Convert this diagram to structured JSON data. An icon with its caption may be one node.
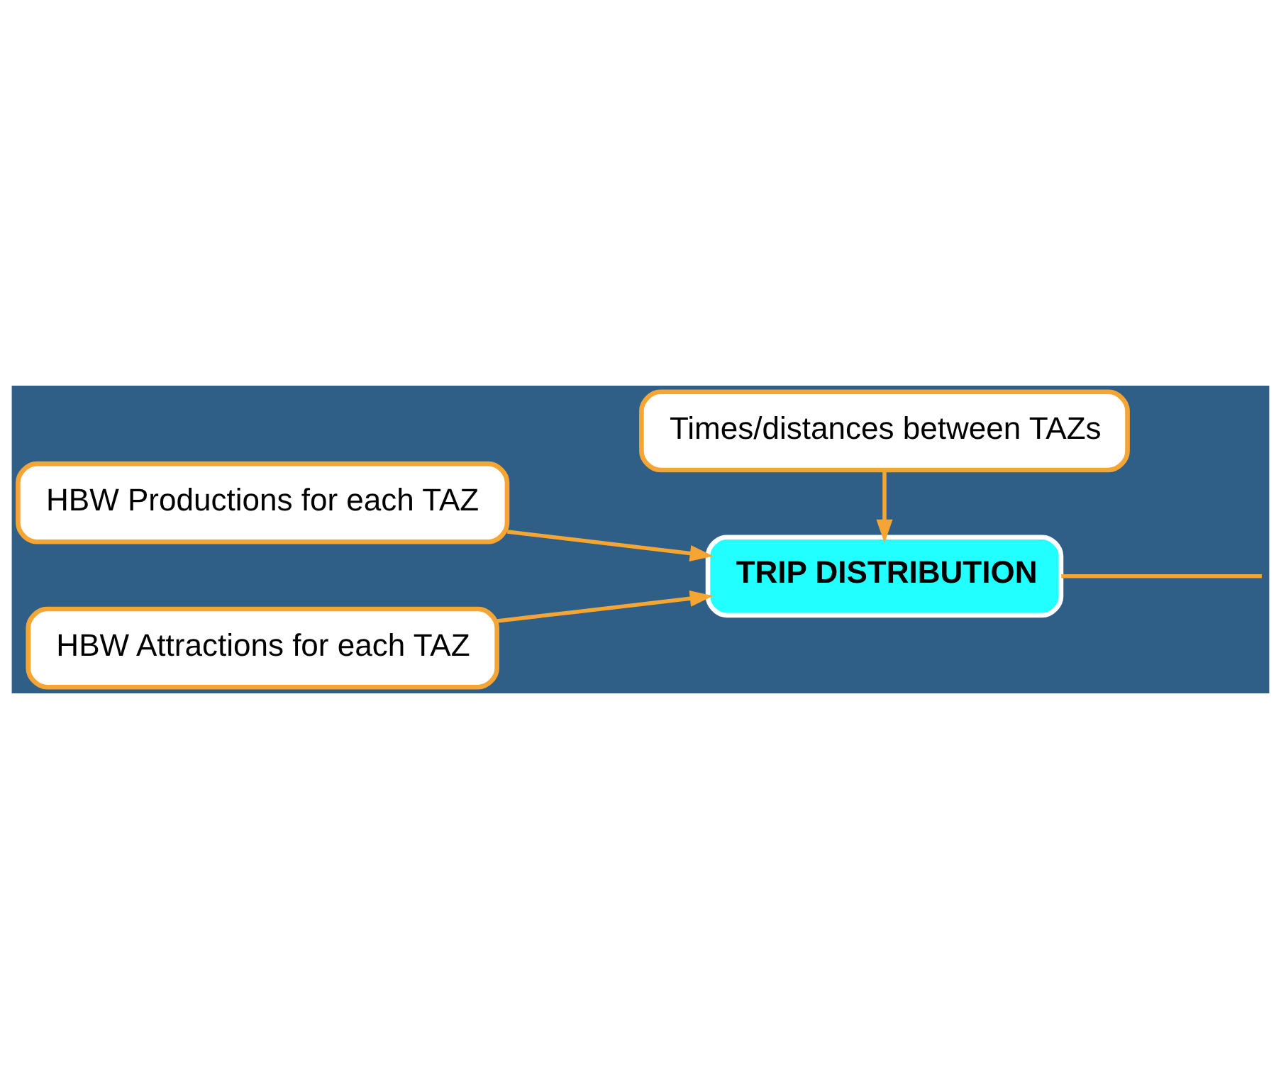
{
  "diagram": {
    "nodes": [
      {
        "text": [
          "HBW Productions for each TAZ"
        ]
      },
      {
        "text": [
          "HBW Attractions for each TAZ"
        ]
      },
      {
        "text": [
          "TRIP DISTRIBUTION"
        ]
      },
      {
        "text": [
          "Times/distances between TAZs"
        ]
      }
    ],
    "edges": [
      {
        "from": 0,
        "to": 2,
        "arrow": "to"
      },
      {
        "from": 1,
        "to": 2,
        "arrow": "to"
      },
      {
        "from": 3,
        "to": 2,
        "arrow": "to"
      },
      {
        "from": 2,
        "to": null,
        "arrow": "none"
      }
    ]
  }
}
